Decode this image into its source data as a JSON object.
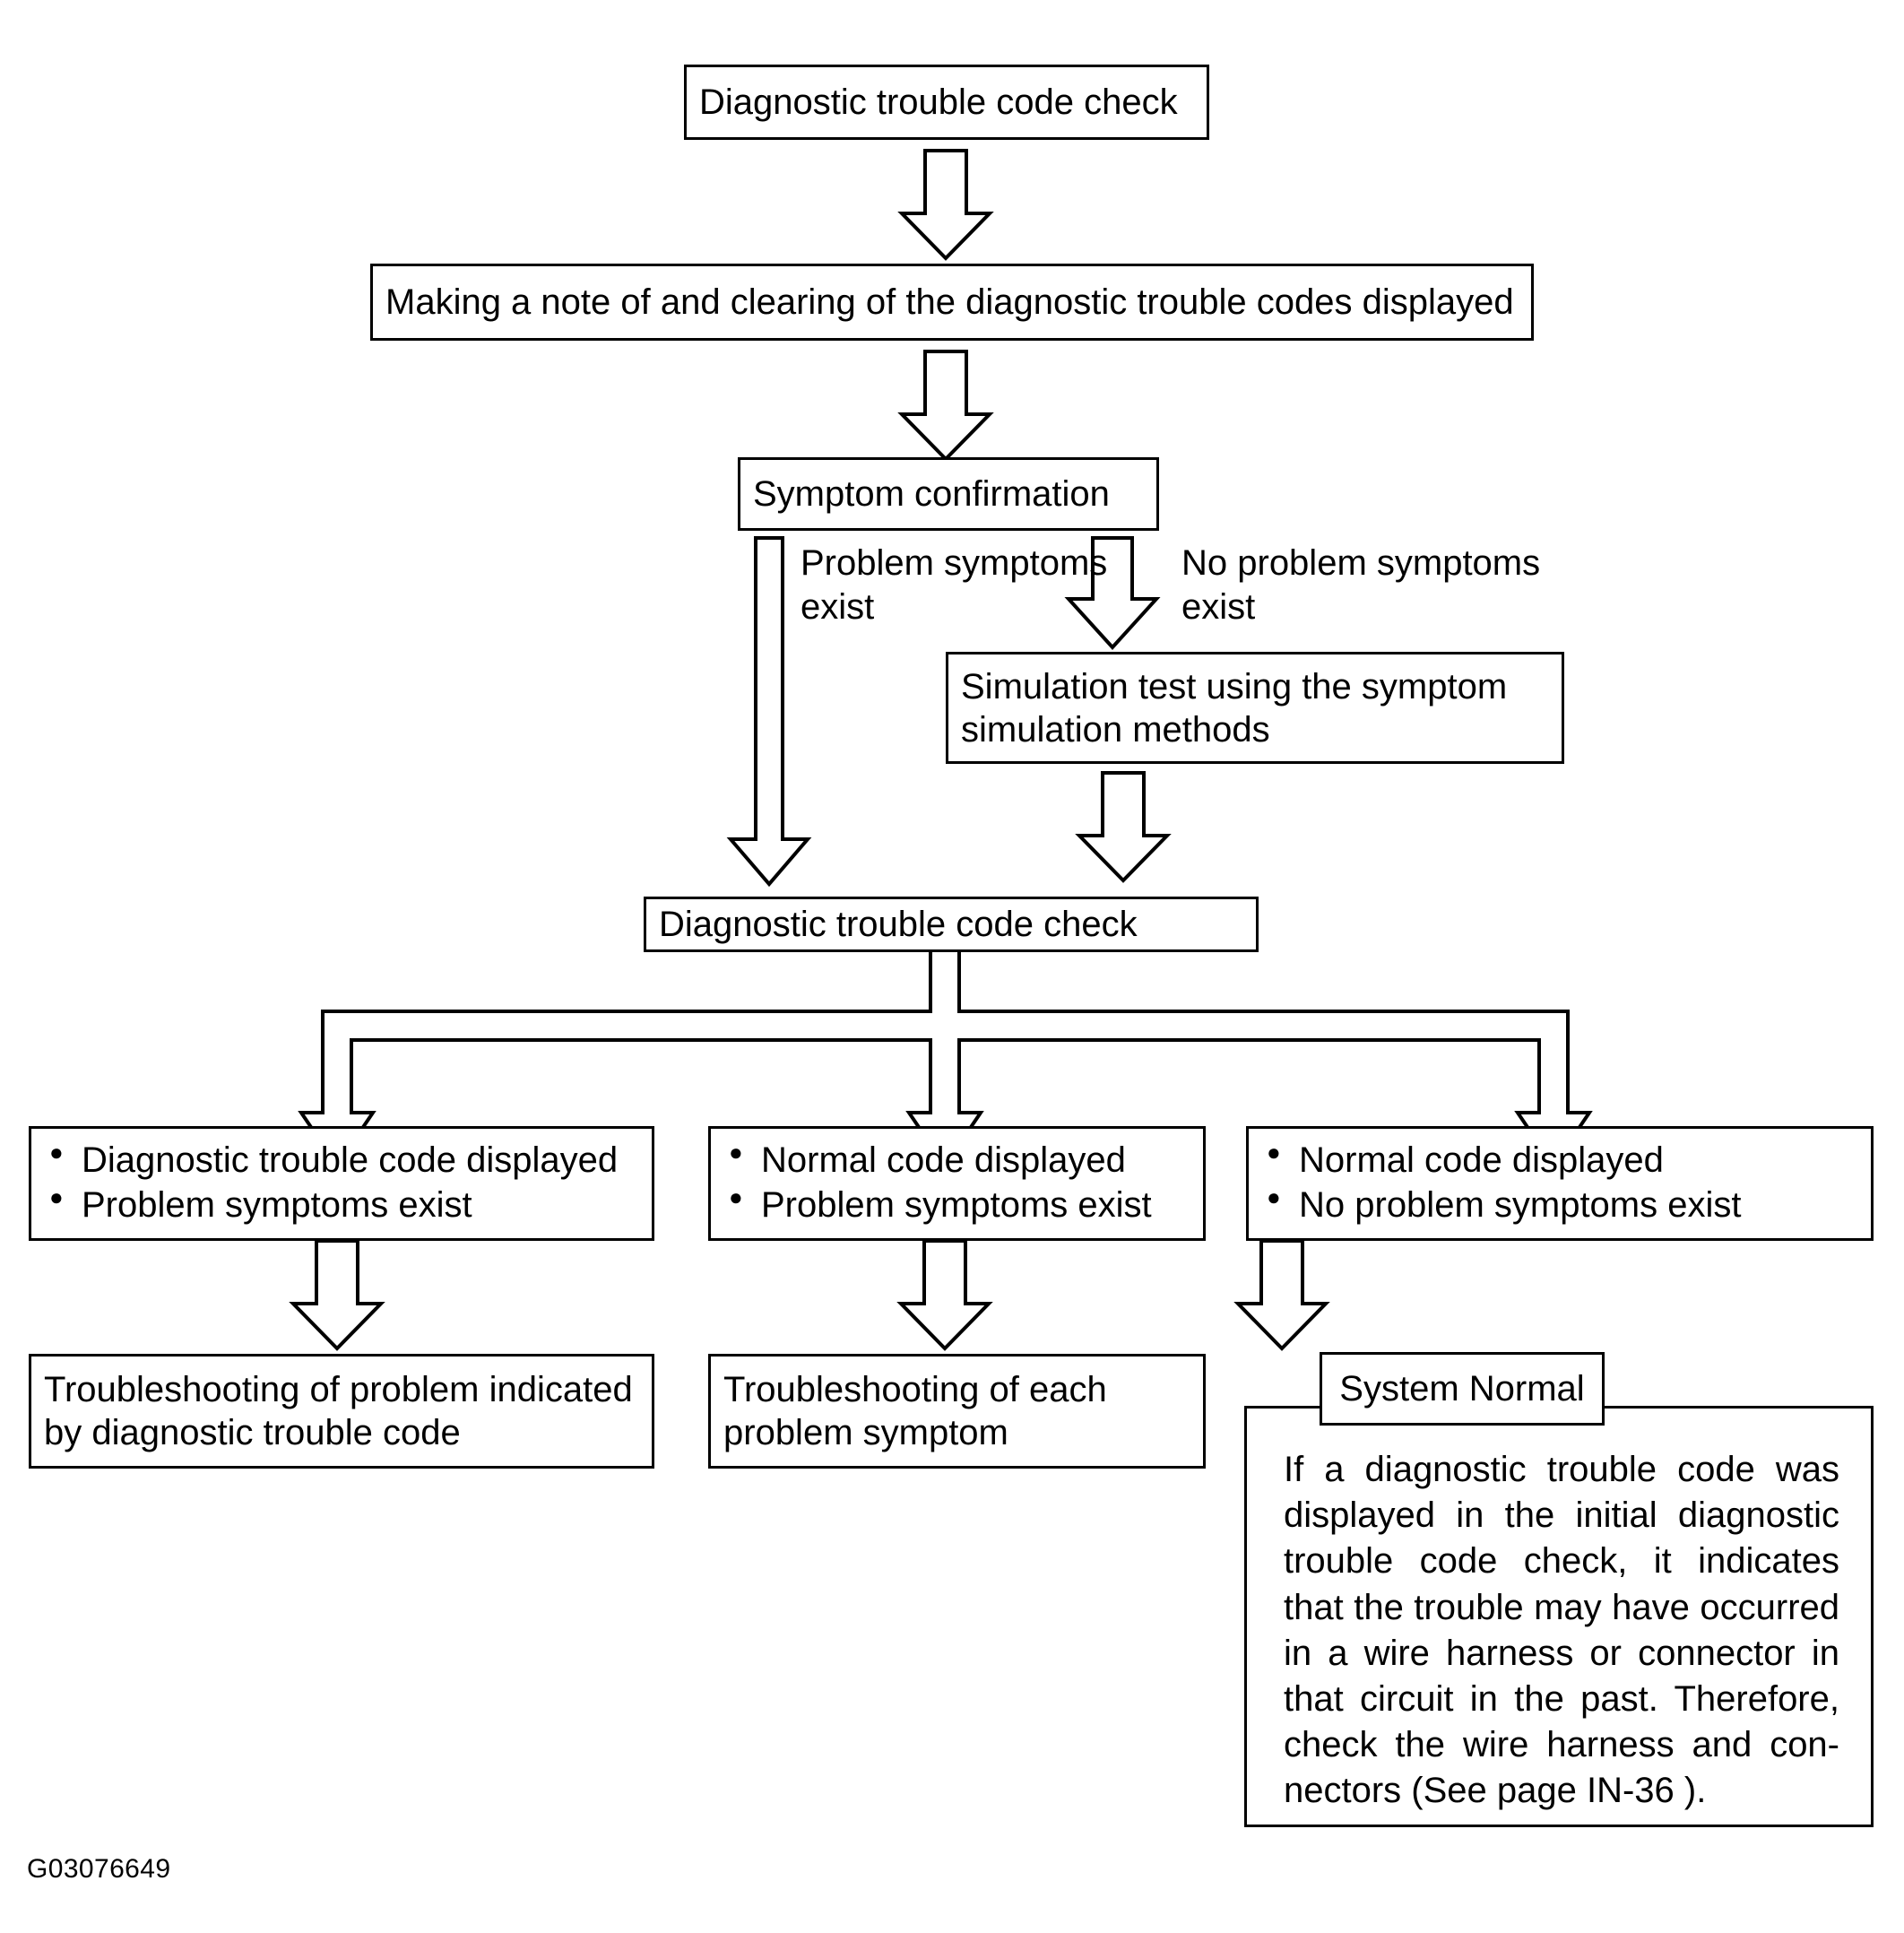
{
  "diagram": {
    "title": "Diagnostic trouble code check flowchart",
    "page_code": "G03076649",
    "nodes": {
      "dtc_check_1": "Diagnostic trouble code check",
      "making_note": "Making a note of and clearing of the diagnostic trouble codes displayed",
      "symptom_confirmation": "Symptom confirmation",
      "simulation_test": "Simulation test using the symptom\nsimulation methods",
      "dtc_check_2": "Diagnostic trouble code check",
      "result_left_b1": "Diagnostic trouble code displayed",
      "result_left_b2": "Problem symptoms exist",
      "result_mid_b1": "Normal code displayed",
      "result_mid_b2": "Problem symptoms exist",
      "result_right_b1": "Normal code displayed",
      "result_right_b2": "No problem symptoms exist",
      "troubleshoot_left": "Troubleshooting of problem indicated\nby diagnostic trouble code",
      "troubleshoot_mid": "Troubleshooting of each\nproblem symptom",
      "system_normal_label": "System Normal",
      "system_normal_body": "If a diagnostic trouble code was displayed in the initial diagnostic trouble code check, it indicates that the trouble may have occurred in a wire harness or connector in that circuit in the past. Therefore, check the wire harness and con-nectors (See page IN-36 )."
    },
    "edge_labels": {
      "problem_symptoms_exist": "Problem symptoms\nexist",
      "no_problem_symptoms_exist": "No problem symptoms\nexist"
    },
    "colors": {
      "stroke": "#000000",
      "background": "#ffffff"
    }
  }
}
